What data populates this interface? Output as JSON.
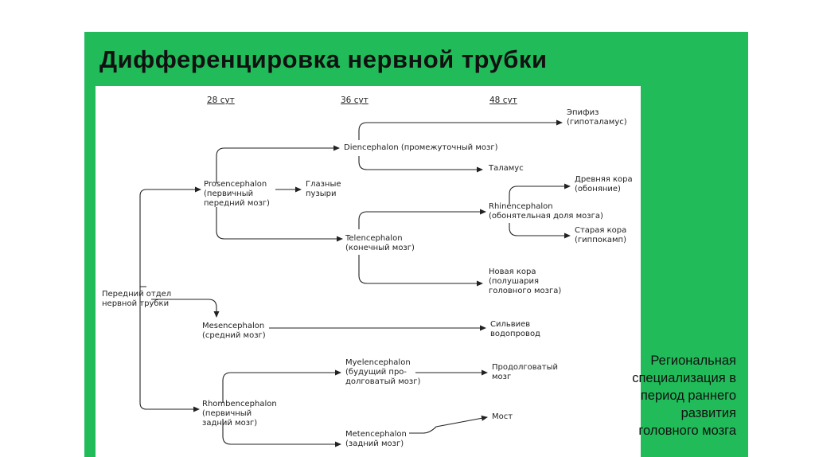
{
  "title": "Дифференцировка нервной трубки",
  "diagram": {
    "days": [
      "28 сут",
      "36 сут",
      "48 сут"
    ],
    "nodes": {
      "anterior": [
        "Передний отдел",
        "нервной трубки"
      ],
      "prosencephalon": [
        "Prosencephalon",
        "(первичный",
        "передний мозг)"
      ],
      "eye_vesicles": [
        "Глазные",
        "пузыри"
      ],
      "mesencephalon": [
        "Mesencephalon",
        "(средний мозг)"
      ],
      "rhombencephalon": [
        "Rhombencephalon",
        "(первичный",
        "задний мозг)"
      ],
      "diencephalon": [
        "Diencephalon (промежуточный мозг)"
      ],
      "telencephalon": [
        "Telencephalon",
        "(конечный мозг)"
      ],
      "myelencephalon": [
        "Myelencephalon",
        "(будущий про-",
        "долговатый мозг)"
      ],
      "metencephalon": [
        "Metencephalon",
        "(задний мозг)"
      ],
      "epiphysis": [
        "Эпифиз",
        "(гипоталамус)"
      ],
      "thalamus": [
        "Таламус"
      ],
      "rhinencephalon": [
        "Rhinencephalon",
        "(обонятельная доля мозга)"
      ],
      "ancient_cortex": [
        "Древняя кора",
        "(обоняние)"
      ],
      "old_cortex": [
        "Старая кора",
        "(гиппокамп)"
      ],
      "new_cortex": [
        "Новая кора",
        "(полушария",
        "головного мозга)"
      ],
      "aqueduct": [
        "Сильвиев",
        "водопровод"
      ],
      "medulla": [
        "Продолговатый",
        "мозг"
      ],
      "pons": [
        "Мост"
      ]
    }
  },
  "note": [
    "Региональная",
    "специализация в",
    "период раннего",
    "развития",
    "головного мозга"
  ]
}
